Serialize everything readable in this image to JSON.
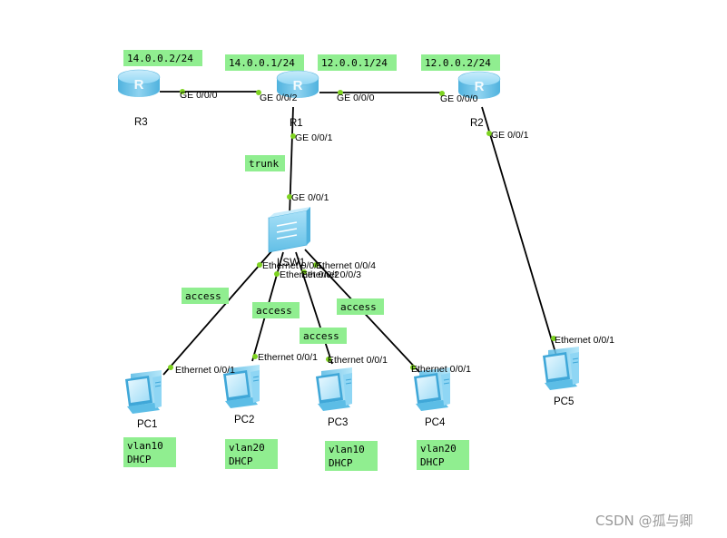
{
  "devices": {
    "r3": {
      "name": "R3"
    },
    "r1": {
      "name": "R1"
    },
    "r2": {
      "name": "R2"
    },
    "lsw1": {
      "name": "LSW1"
    },
    "pc1": {
      "name": "PC1"
    },
    "pc2": {
      "name": "PC2"
    },
    "pc3": {
      "name": "PC3"
    },
    "pc4": {
      "name": "PC4"
    },
    "pc5": {
      "name": "PC5"
    }
  },
  "ip_tags": {
    "r3": "14.0.0.2/24",
    "r1_left": "14.0.0.1/24",
    "r1_right": "12.0.0.1/24",
    "r2": "12.0.0.2/24"
  },
  "link_tags": {
    "trunk": "trunk",
    "access1": "access",
    "access2": "access",
    "access3": "access",
    "access4": "access"
  },
  "pc_tags": {
    "pc1": {
      "vlan": "vlan10",
      "mode": "DHCP"
    },
    "pc2": {
      "vlan": "vlan20",
      "mode": "DHCP"
    },
    "pc3": {
      "vlan": "vlan10",
      "mode": "DHCP"
    },
    "pc4": {
      "vlan": "vlan20",
      "mode": "DHCP"
    }
  },
  "ports": {
    "r3_g000": "GE 0/0/0",
    "r1_g002": "GE 0/0/2",
    "r1_g000": "GE 0/0/0",
    "r2_g000": "GE 0/0/0",
    "r1_g001": "GE 0/0/1",
    "sw_g001": "GE 0/0/1",
    "r2_g001": "GE 0/0/1",
    "sw_e001": "Ethernet 0/0/1",
    "sw_e002": "Ethernet 0/0/2",
    "sw_e003": "Ethernet 0/0/3",
    "sw_e004": "Ethernet 0/0/4",
    "pc1_e": "Ethernet 0/0/1",
    "pc2_e": "Ethernet 0/0/1",
    "pc3_e": "Ethernet 0/0/1",
    "pc4_e": "Ethernet 0/0/1",
    "pc5_e": "Ethernet 0/0/1"
  },
  "watermark": "CSDN @孤与卿",
  "colors": {
    "tag_bg": "#90ee90",
    "port_dot": "#7ed321",
    "link": "#000000",
    "router_body": "#6cc4ea",
    "pc_body": "#7fd0f2"
  }
}
